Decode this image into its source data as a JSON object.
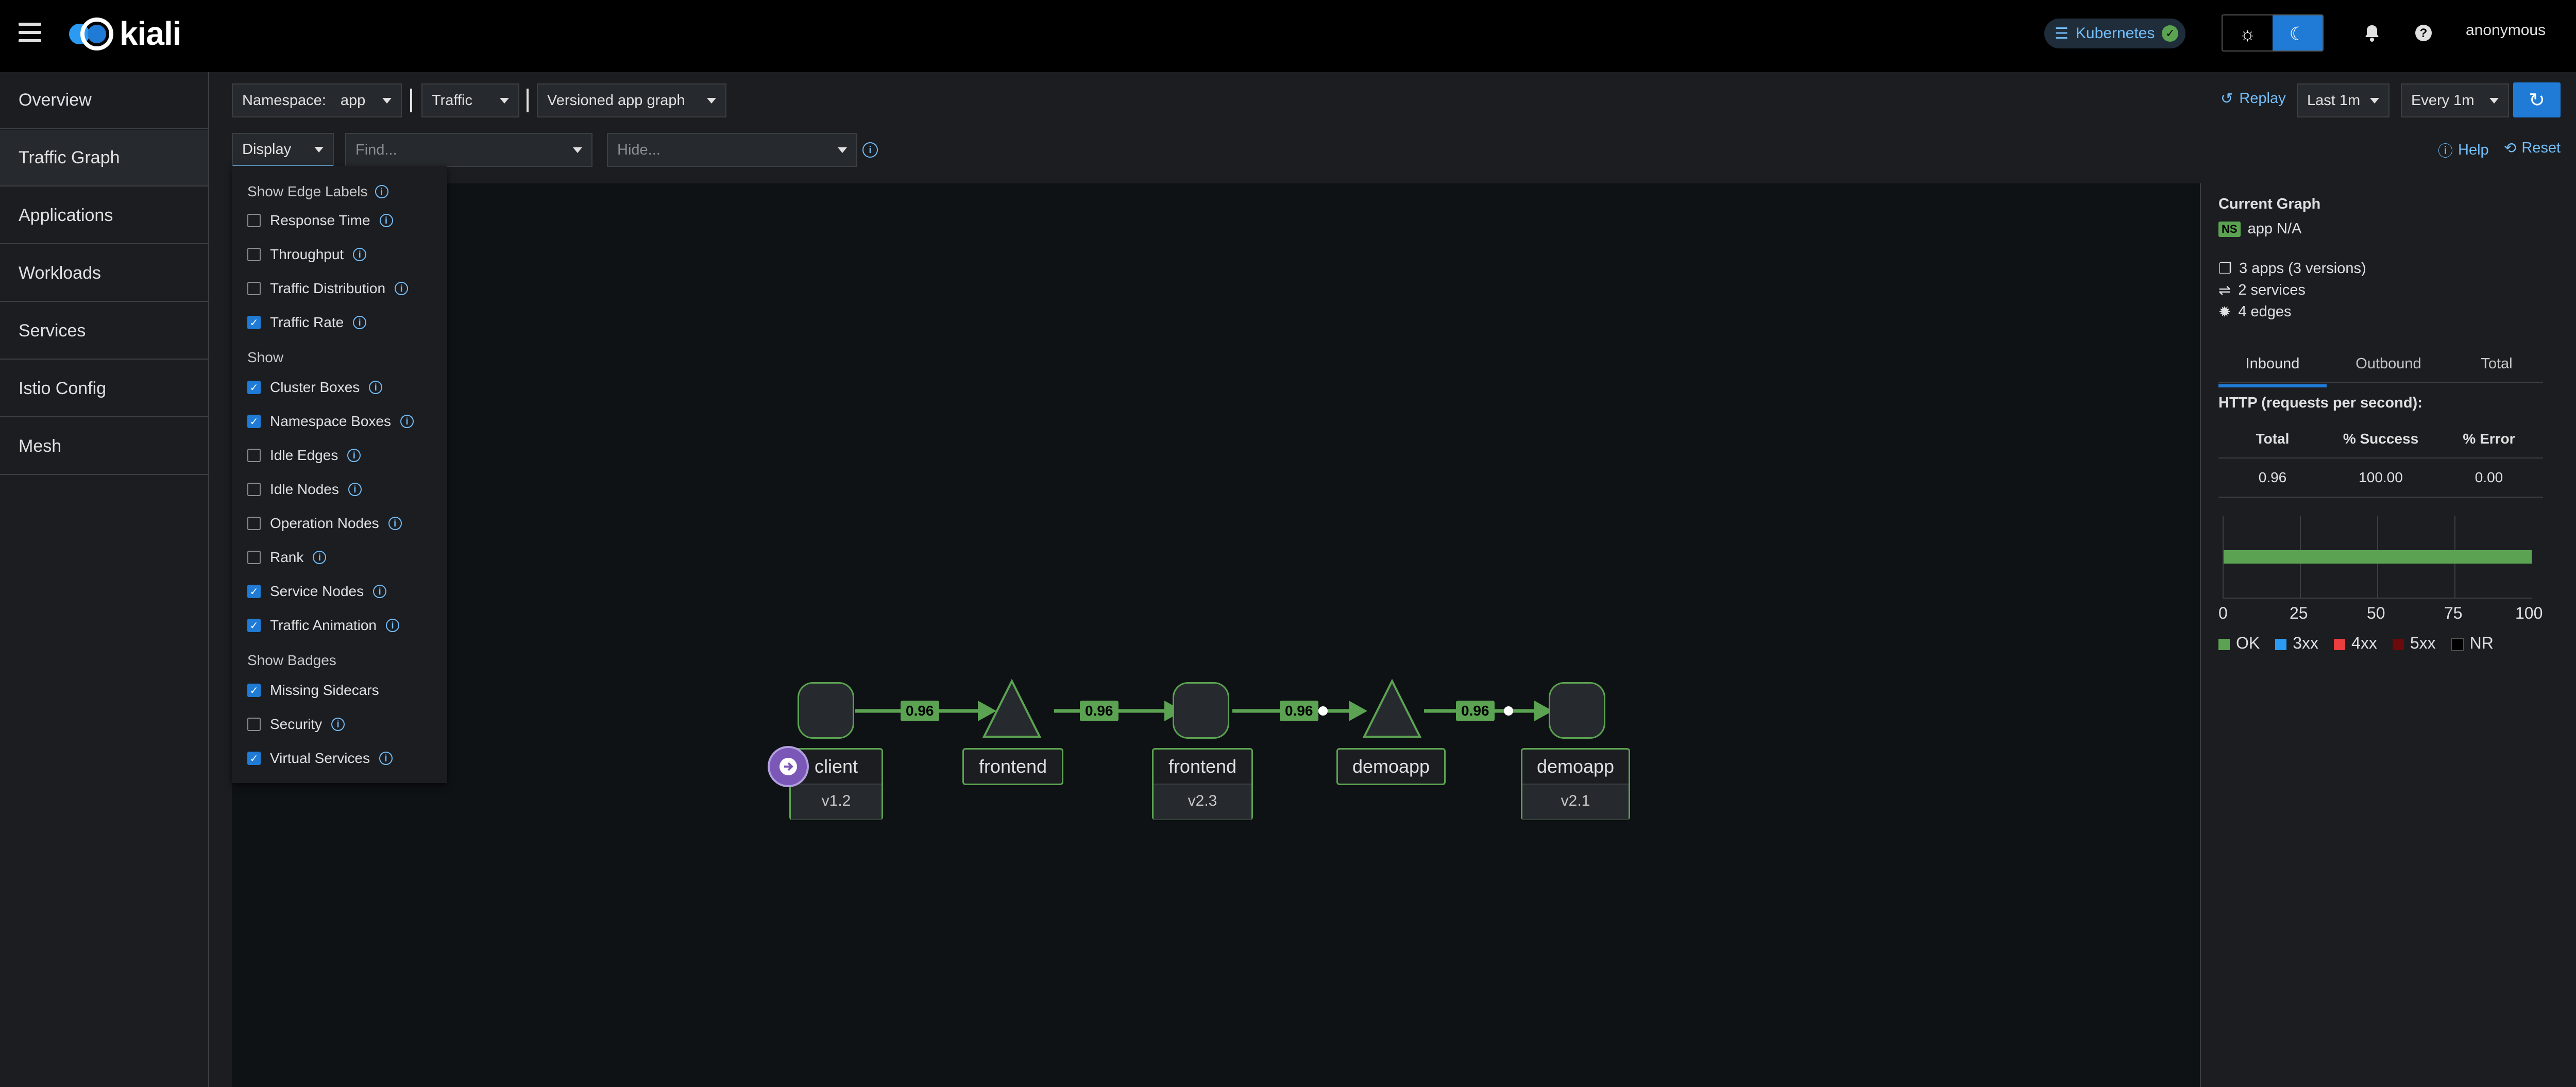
{
  "app": {
    "logo_text": "kiali",
    "cluster": "Kubernetes",
    "user": "anonymous"
  },
  "nav": [
    "Overview",
    "Traffic Graph",
    "Applications",
    "Workloads",
    "Services",
    "Istio Config",
    "Mesh"
  ],
  "toolbar": {
    "namespace_label": "Namespace:",
    "namespace_value": "app",
    "traffic": "Traffic",
    "graph_type": "Versioned app graph",
    "replay": "Replay",
    "last": "Last 1m",
    "every": "Every 1m",
    "display": "Display",
    "find_placeholder": "Find...",
    "hide_placeholder": "Hide...",
    "help": "Help",
    "reset": "Reset"
  },
  "display_menu": {
    "groups": [
      "Show Edge Labels",
      "Show",
      "Show Badges"
    ],
    "items": [
      {
        "label": "Response Time",
        "checked": false
      },
      {
        "label": "Throughput",
        "checked": false
      },
      {
        "label": "Traffic Distribution",
        "checked": false
      },
      {
        "label": "Traffic Rate",
        "checked": true
      },
      {
        "label": "Cluster Boxes",
        "checked": true
      },
      {
        "label": "Namespace Boxes",
        "checked": true
      },
      {
        "label": "Idle Edges",
        "checked": false
      },
      {
        "label": "Idle Nodes",
        "checked": false
      },
      {
        "label": "Operation Nodes",
        "checked": false
      },
      {
        "label": "Rank",
        "checked": false
      },
      {
        "label": "Service Nodes",
        "checked": true
      },
      {
        "label": "Traffic Animation",
        "checked": true
      },
      {
        "label": "Missing Sidecars",
        "checked": true
      },
      {
        "label": "Security",
        "checked": false
      },
      {
        "label": "Virtual Services",
        "checked": true
      }
    ]
  },
  "graph": {
    "nodes": [
      {
        "name": "client",
        "version": "v1.2"
      },
      {
        "name": "frontend",
        "version": ""
      },
      {
        "name": "frontend",
        "version": "v2.3"
      },
      {
        "name": "demoapp",
        "version": ""
      },
      {
        "name": "demoapp",
        "version": "v2.1"
      }
    ],
    "edges": [
      "0.96",
      "0.96",
      "0.96",
      "0.96"
    ]
  },
  "panel": {
    "title": "Current Graph",
    "ns_badge": "NS",
    "ns_name": "app N/A",
    "apps": "3 apps (3 versions)",
    "services": "2 services",
    "edges": "4 edges",
    "tabs": [
      "Inbound",
      "Outbound",
      "Total"
    ],
    "http_title": "HTTP (requests per second):",
    "table_headers": [
      "Total",
      "% Success",
      "% Error"
    ],
    "table_values": [
      "0.96",
      "100.00",
      "0.00"
    ],
    "axis_ticks": [
      "0",
      "25",
      "50",
      "75",
      "100"
    ],
    "legend": [
      {
        "label": "OK",
        "color": "#5ba352"
      },
      {
        "label": "3xx",
        "color": "#2b9af3"
      },
      {
        "label": "4xx",
        "color": "#ec3e3e"
      },
      {
        "label": "5xx",
        "color": "#6b0a0a"
      },
      {
        "label": "NR",
        "color": "#000000"
      }
    ],
    "success_percent": 100
  }
}
